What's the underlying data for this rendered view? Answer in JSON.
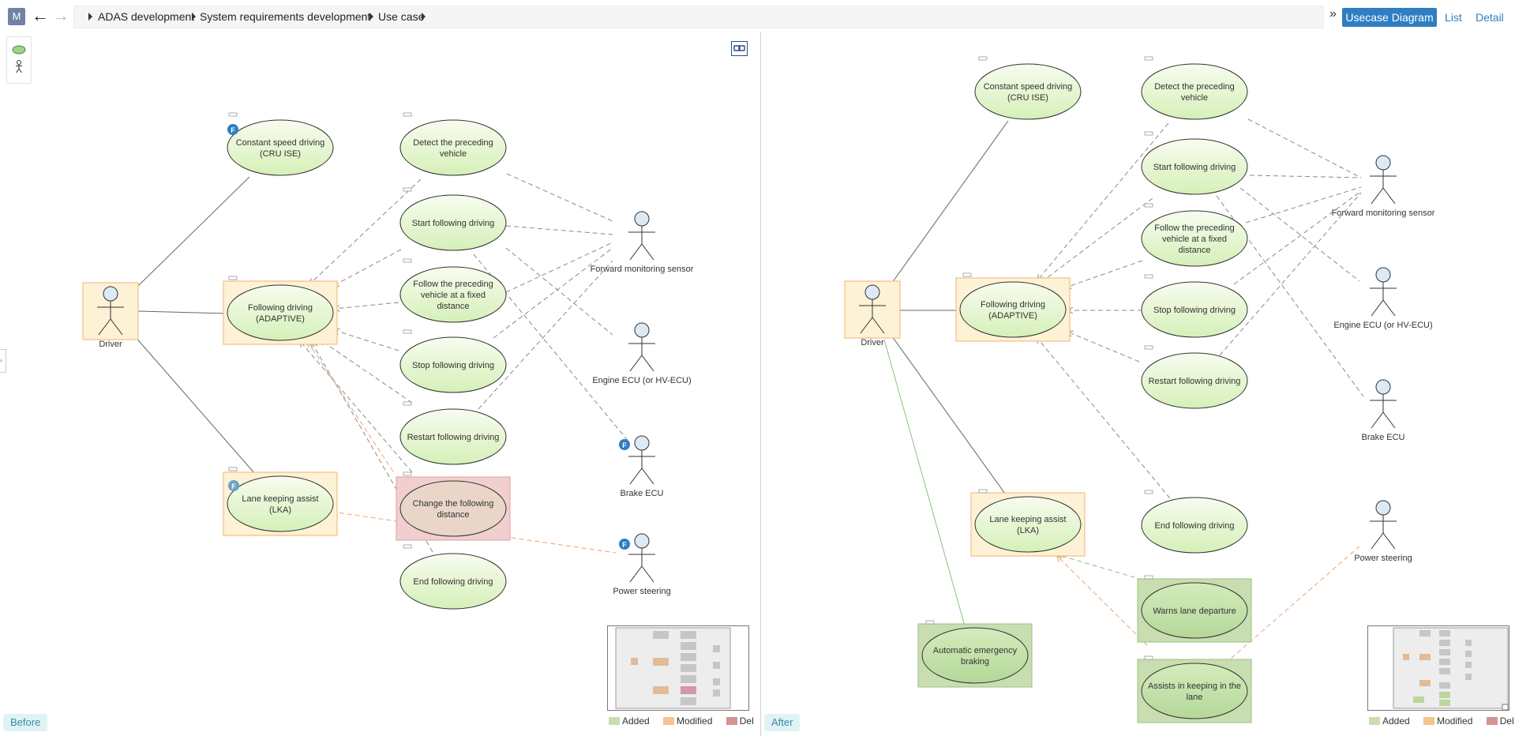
{
  "header": {
    "avatar_letter": "M",
    "breadcrumb": [
      "ADAS development",
      "System requirements development",
      "Use case"
    ],
    "expand_glyph": "»",
    "tabs": [
      {
        "label": "Usecase Diagram",
        "active": true
      },
      {
        "label": "List",
        "active": false
      },
      {
        "label": "Detail",
        "active": false
      }
    ]
  },
  "colors": {
    "accent": "#2f7ec2",
    "added": "#c8ddb0",
    "modified": "#f6c28e",
    "deleted": "#d79292",
    "usecase_fill": "#ddf3c4",
    "actor_fill": "#dbeaf5"
  },
  "palette": {
    "items": [
      "usecase-icon",
      "actor-icon"
    ]
  },
  "legend": {
    "added": "Added",
    "modified": "Modified",
    "deleted": "Del"
  },
  "before": {
    "label": "Before",
    "actors": [
      "Driver",
      "Forward monitoring sensor",
      "Engine ECU (or HV-ECU)",
      "Brake ECU",
      "Power steering"
    ],
    "usecases": [
      {
        "lines": [
          "Constant speed driving",
          "(CRU ISE)"
        ],
        "status": "none"
      },
      {
        "lines": [
          "Detect the preceding",
          "vehicle"
        ],
        "status": "none"
      },
      {
        "lines": [
          "Start following driving"
        ],
        "status": "none"
      },
      {
        "lines": [
          "Following driving",
          "(ADAPTIVE)"
        ],
        "status": "modified"
      },
      {
        "lines": [
          "Follow the preceding",
          "vehicle at a fixed",
          "distance"
        ],
        "status": "none"
      },
      {
        "lines": [
          "Stop following driving"
        ],
        "status": "none"
      },
      {
        "lines": [
          "Restart following driving"
        ],
        "status": "none"
      },
      {
        "lines": [
          "Lane keeping assist",
          "(LKA)"
        ],
        "status": "modified"
      },
      {
        "lines": [
          "Change the following",
          "distance"
        ],
        "status": "deleted"
      },
      {
        "lines": [
          "End following driving"
        ],
        "status": "none"
      }
    ],
    "badges": [
      "F",
      "F",
      "F",
      "F"
    ]
  },
  "after": {
    "label": "After",
    "actors": [
      "Driver",
      "Forward monitoring sensor",
      "Engine ECU (or HV-ECU)",
      "Brake ECU",
      "Power steering"
    ],
    "usecases": [
      {
        "lines": [
          "Constant speed driving",
          "(CRU ISE)"
        ],
        "status": "none"
      },
      {
        "lines": [
          "Detect the preceding",
          "vehicle"
        ],
        "status": "none"
      },
      {
        "lines": [
          "Start following driving"
        ],
        "status": "none"
      },
      {
        "lines": [
          "Follow the preceding",
          "vehicle at a fixed",
          "distance"
        ],
        "status": "none"
      },
      {
        "lines": [
          "Following driving",
          "(ADAPTIVE)"
        ],
        "status": "modified"
      },
      {
        "lines": [
          "Stop following driving"
        ],
        "status": "none"
      },
      {
        "lines": [
          "Restart following driving"
        ],
        "status": "none"
      },
      {
        "lines": [
          "Lane keeping assist",
          "(LKA)"
        ],
        "status": "modified"
      },
      {
        "lines": [
          "End following driving"
        ],
        "status": "none"
      },
      {
        "lines": [
          "Warns lane departure"
        ],
        "status": "added"
      },
      {
        "lines": [
          "Automatic emergency",
          "braking"
        ],
        "status": "added"
      },
      {
        "lines": [
          "Assists in keeping in the",
          "lane"
        ],
        "status": "added"
      }
    ]
  }
}
